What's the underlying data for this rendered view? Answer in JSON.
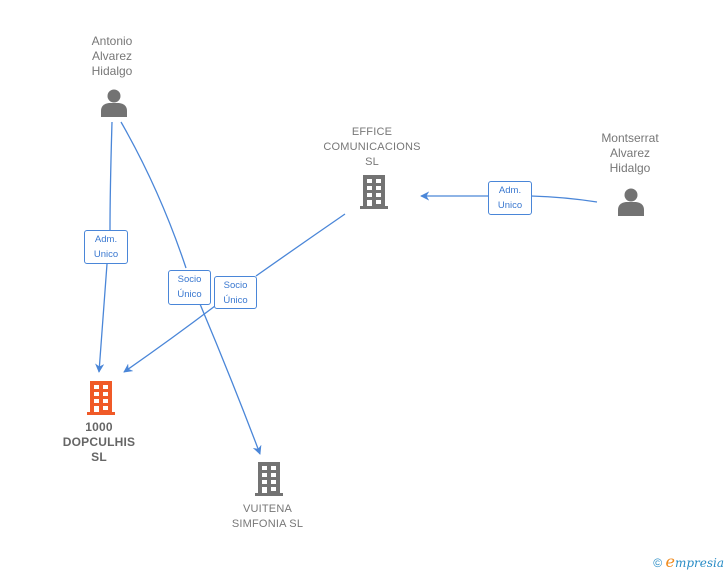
{
  "diagram": {
    "colors": {
      "edge": "#4a86d8",
      "person_icon": "#737373",
      "company_icon": "#737373",
      "focus_company_icon": "#f05a28",
      "label": "#777777"
    },
    "nodes": [
      {
        "id": "antonio",
        "type": "person",
        "label": "Antonio\nAlvarez\nHidalgo",
        "icon": "person-icon"
      },
      {
        "id": "effice",
        "type": "company",
        "label": "EFFICE\nCOMUNICACIONS\nSL",
        "icon": "building-icon"
      },
      {
        "id": "montserrat",
        "type": "person",
        "label": "Montserrat\nAlvarez\nHidalgo",
        "icon": "person-icon"
      },
      {
        "id": "dopculhis",
        "type": "company",
        "focus": true,
        "label": "1000\nDOPCULHIS\nSL",
        "icon": "building-icon"
      },
      {
        "id": "vuitena",
        "type": "company",
        "label": "VUITENA\nSIMFONIA SL",
        "icon": "building-icon"
      }
    ],
    "edges": [
      {
        "from": "antonio",
        "to": "dopculhis",
        "label": "Adm.\nUnico"
      },
      {
        "from": "antonio",
        "to": "vuitena",
        "label": "Socio\nÚnico"
      },
      {
        "from": "effice",
        "to": "dopculhis",
        "label": "Socio\nÚnico"
      },
      {
        "from": "montserrat",
        "to": "effice",
        "label": "Adm.\nUnico"
      }
    ]
  },
  "footer": {
    "copyright_symbol": "©",
    "brand_initial": "e",
    "brand_rest": "mpresia"
  }
}
